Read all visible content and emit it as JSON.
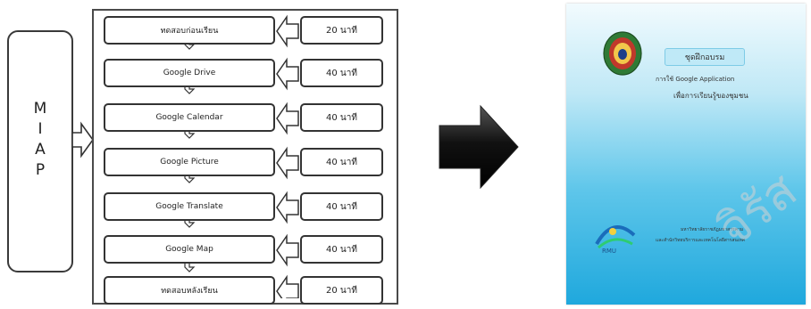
{
  "miap": {
    "letters": [
      "M",
      "I",
      "A",
      "P"
    ]
  },
  "modules": [
    {
      "topic": "ทดสอบก่อนเรียน",
      "time": "20 นาที"
    },
    {
      "topic": "Google Drive",
      "time": "40 นาที"
    },
    {
      "topic": "Google Calendar",
      "time": "40 นาที"
    },
    {
      "topic": "Google Picture",
      "time": "40 นาที"
    },
    {
      "topic": "Google Translate",
      "time": "40 นาที"
    },
    {
      "topic": "Google Map",
      "time": "40 นาที"
    },
    {
      "topic": "ทดสอบหลังเรียน",
      "time": "20 นาที"
    }
  ],
  "booklet": {
    "title": "ชุดฝึกอบรม",
    "subtitle_line1": "การใช้ Google Application",
    "subtitle_line2": "เพื่อการเรียนรู้ของชุมชน",
    "logo_text": "RMU",
    "footer_line1": "มหาวิทยาลัยราชภัฏมหาสารคาม",
    "footer_line2": "และสำนักวิทยบริการและเทคโนโลยีสารสนเทศ"
  },
  "watermark": {
    "text": "จิรัส"
  },
  "colors": {
    "booklet_top": "#f2fbfe",
    "booklet_bottom": "#1fa8dd",
    "arrow_dark": "#111111",
    "line": "#333333"
  }
}
